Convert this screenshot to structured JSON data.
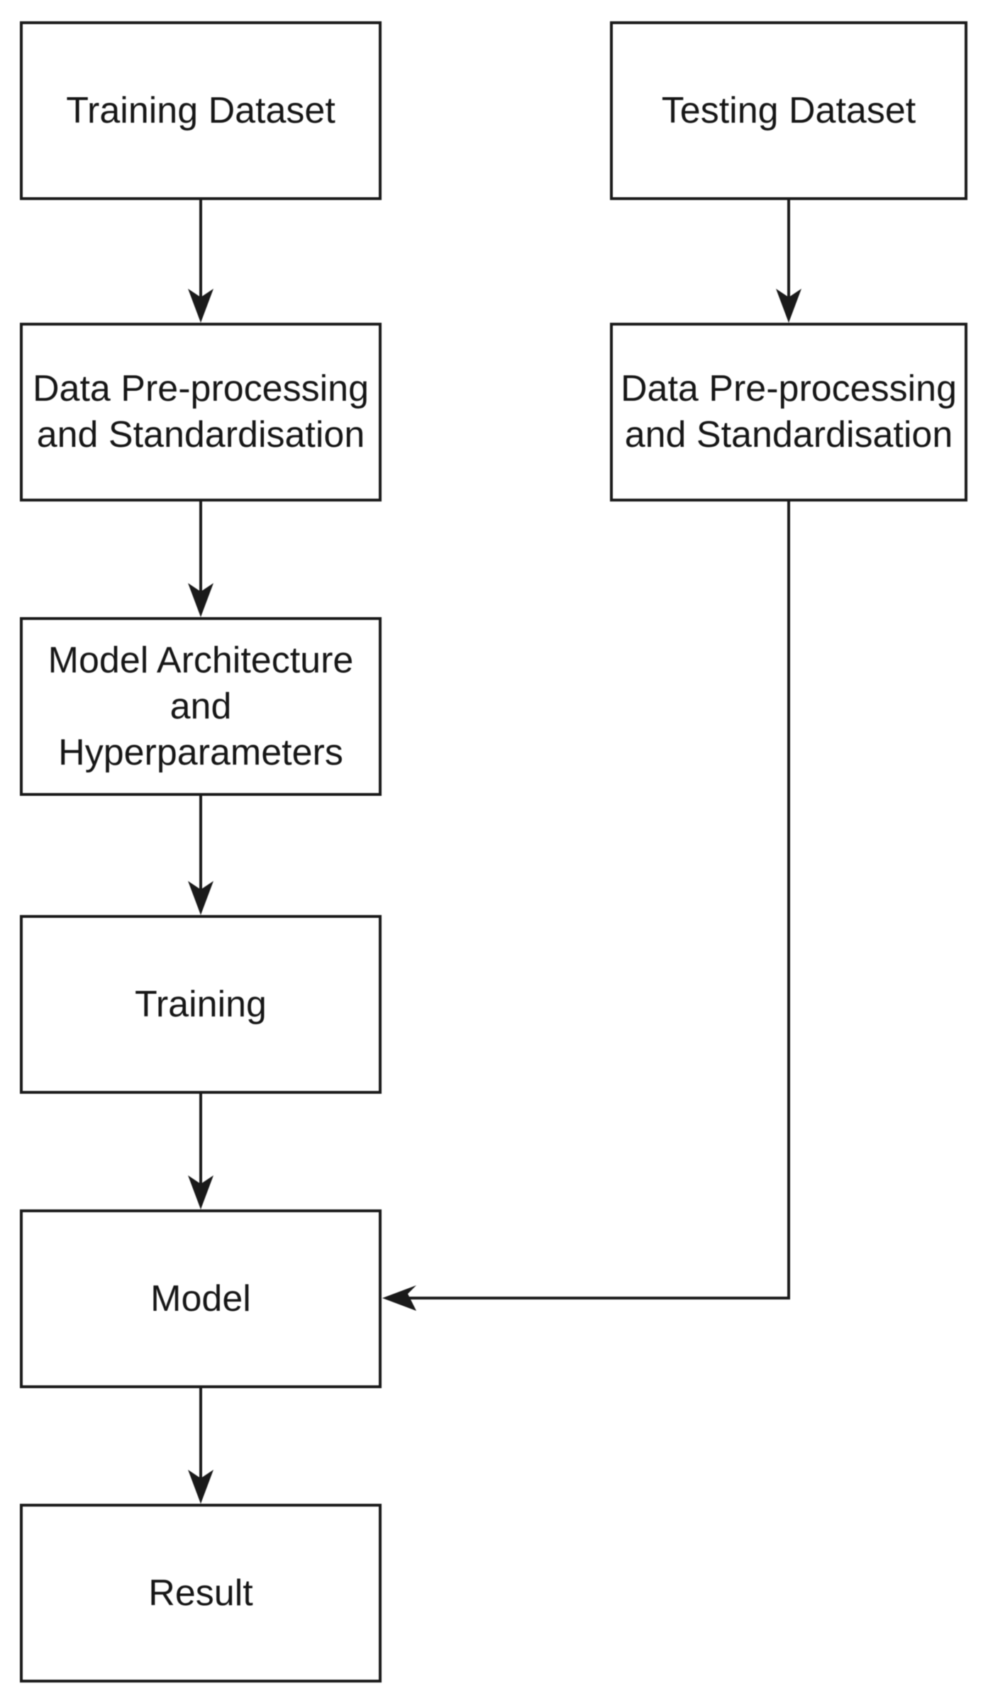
{
  "diagram": {
    "type": "flowchart",
    "background_color": "#ffffff",
    "stroke_color": "#1a1a1a",
    "nodes": [
      {
        "id": "training-dataset",
        "label": "Training Dataset",
        "column": "training"
      },
      {
        "id": "training-preprocessing",
        "label": "Data Pre-processing and Standardisation",
        "column": "training"
      },
      {
        "id": "model-architecture",
        "label": "Model Architecture and Hyperparameters",
        "column": "training"
      },
      {
        "id": "training",
        "label": "Training",
        "column": "training"
      },
      {
        "id": "model",
        "label": "Model",
        "column": "training"
      },
      {
        "id": "result",
        "label": "Result",
        "column": "training"
      },
      {
        "id": "testing-dataset",
        "label": "Testing Dataset",
        "column": "testing"
      },
      {
        "id": "testing-preprocessing",
        "label": "Data Pre-processing and Standardisation",
        "column": "testing"
      }
    ],
    "edges": [
      {
        "from": "training-dataset",
        "to": "training-preprocessing"
      },
      {
        "from": "training-preprocessing",
        "to": "model-architecture"
      },
      {
        "from": "model-architecture",
        "to": "training"
      },
      {
        "from": "training",
        "to": "model"
      },
      {
        "from": "model",
        "to": "result"
      },
      {
        "from": "testing-dataset",
        "to": "testing-preprocessing"
      },
      {
        "from": "testing-preprocessing",
        "to": "model"
      }
    ]
  }
}
